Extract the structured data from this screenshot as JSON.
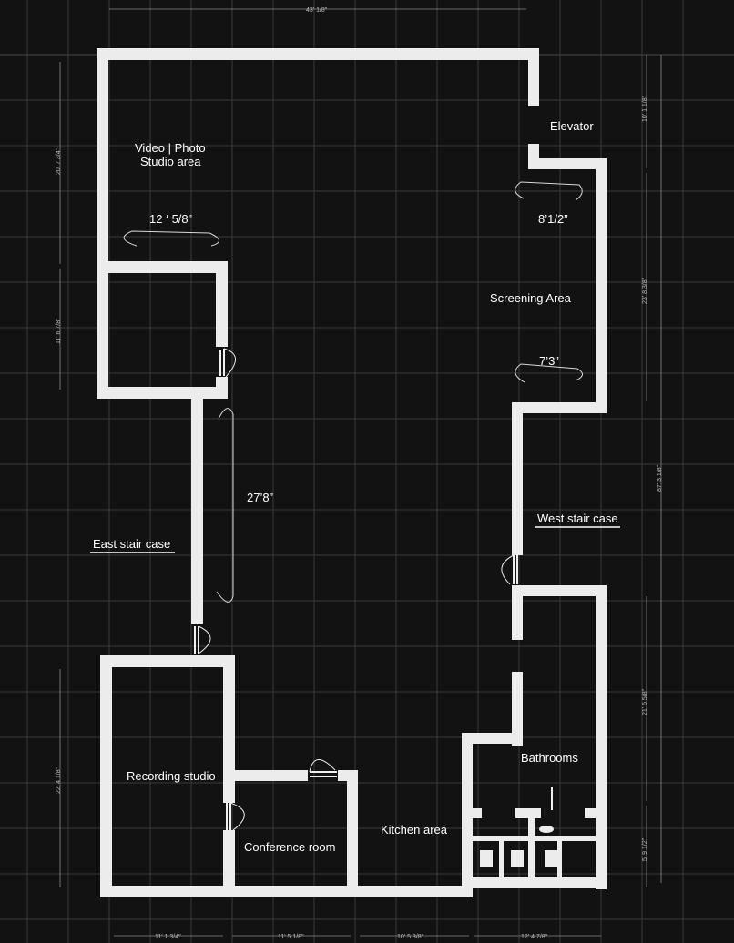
{
  "rooms": {
    "elevator": "Elevator",
    "studio_line1": "Video | Photo",
    "studio_line2": "Studio area",
    "screening": "Screening Area",
    "east_stair": "East stair case",
    "west_stair": "West stair case",
    "recording": "Recording studio",
    "conference": "Conference room",
    "kitchen": "Kitchen area",
    "bathrooms": "Bathrooms"
  },
  "dimensions": {
    "studio_width": "12 ‘ 5/8”",
    "screening_top": "8’1/2”",
    "screening_bottom": "7’3”",
    "corridor": "27’8”",
    "overall_top": "43' 1/8\"",
    "left_top": "20' 7 3/4\"",
    "left_mid": "11' 6 7/8\"",
    "left_bottom": "22' 4 1/8\"",
    "right_top": "10' 1 1/8\"",
    "right_upper": "23' 8 3/8\"",
    "right_overall": "87' 3 1/8\"",
    "right_lower": "21' 5 5/8\"",
    "right_bottom": "5' 9 1/2\"",
    "bottom_1": "11' 1 3/4\"",
    "bottom_2": "11' 5 1/8\"",
    "bottom_3": "10' 5 3/8\"",
    "bottom_4": "12' 4 7/8\""
  },
  "colors": {
    "background": "#121213",
    "walls": "#ececec",
    "grid": "#3a3a3c",
    "text": "#ffffff"
  }
}
